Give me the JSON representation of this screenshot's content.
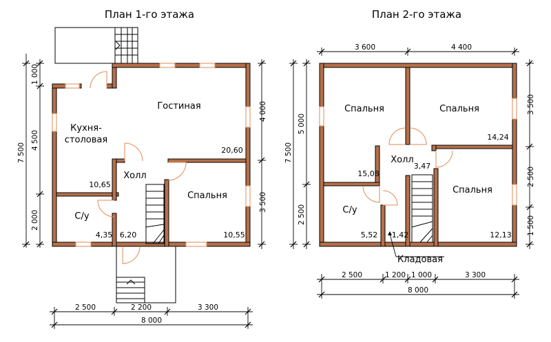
{
  "plans": {
    "floor1": {
      "title": "План 1-го этажа",
      "rooms": {
        "living": "Гостиная",
        "kitchen_1": "Кухня-",
        "kitchen_2": "столовая",
        "hall": "Холл",
        "bedroom": "Спальня",
        "bath": "С/у"
      },
      "areas": {
        "living": "20,60",
        "kitchen": "10,65",
        "bedroom": "10,55",
        "bath": "4,35",
        "hall": "6,20"
      },
      "dims": {
        "top_1000": "1 000",
        "left_4500": "4 500",
        "left_2000": "2 000",
        "left_total": "7 500",
        "right_4000": "4 000",
        "right_3500": "3 500",
        "bottom_2500": "2 500",
        "bottom_2200": "2 200",
        "bottom_3300": "3 300",
        "bottom_total": "8 000"
      }
    },
    "floor2": {
      "title": "План 2-го этажа",
      "rooms": {
        "bedroom_tl": "Спальня",
        "bedroom_tr": "Спальня",
        "bedroom_br": "Спальня",
        "hall": "Холл",
        "bath": "С/у",
        "storage": "Кладовая"
      },
      "areas": {
        "bedroom_tl": "15,08",
        "bedroom_tr": "14,24",
        "bedroom_br": "12,13",
        "hall": "3,47",
        "bath": "5,52",
        "storage": "1,42"
      },
      "dims": {
        "top_3600": "3 600",
        "top_4400": "4 400",
        "left_5000": "5 000",
        "left_2500": "2 500",
        "left_total": "7 500",
        "right_3500": "3 500",
        "right_2500": "2 500",
        "right_1500": "1 500",
        "bottom_2500": "2 500",
        "bottom_1200": "1 200",
        "bottom_1000": "1 000",
        "bottom_3300": "3 300",
        "bottom_total": "8 000"
      }
    }
  },
  "colors": {
    "wall": "#b5704a",
    "window": "#e08a56"
  }
}
